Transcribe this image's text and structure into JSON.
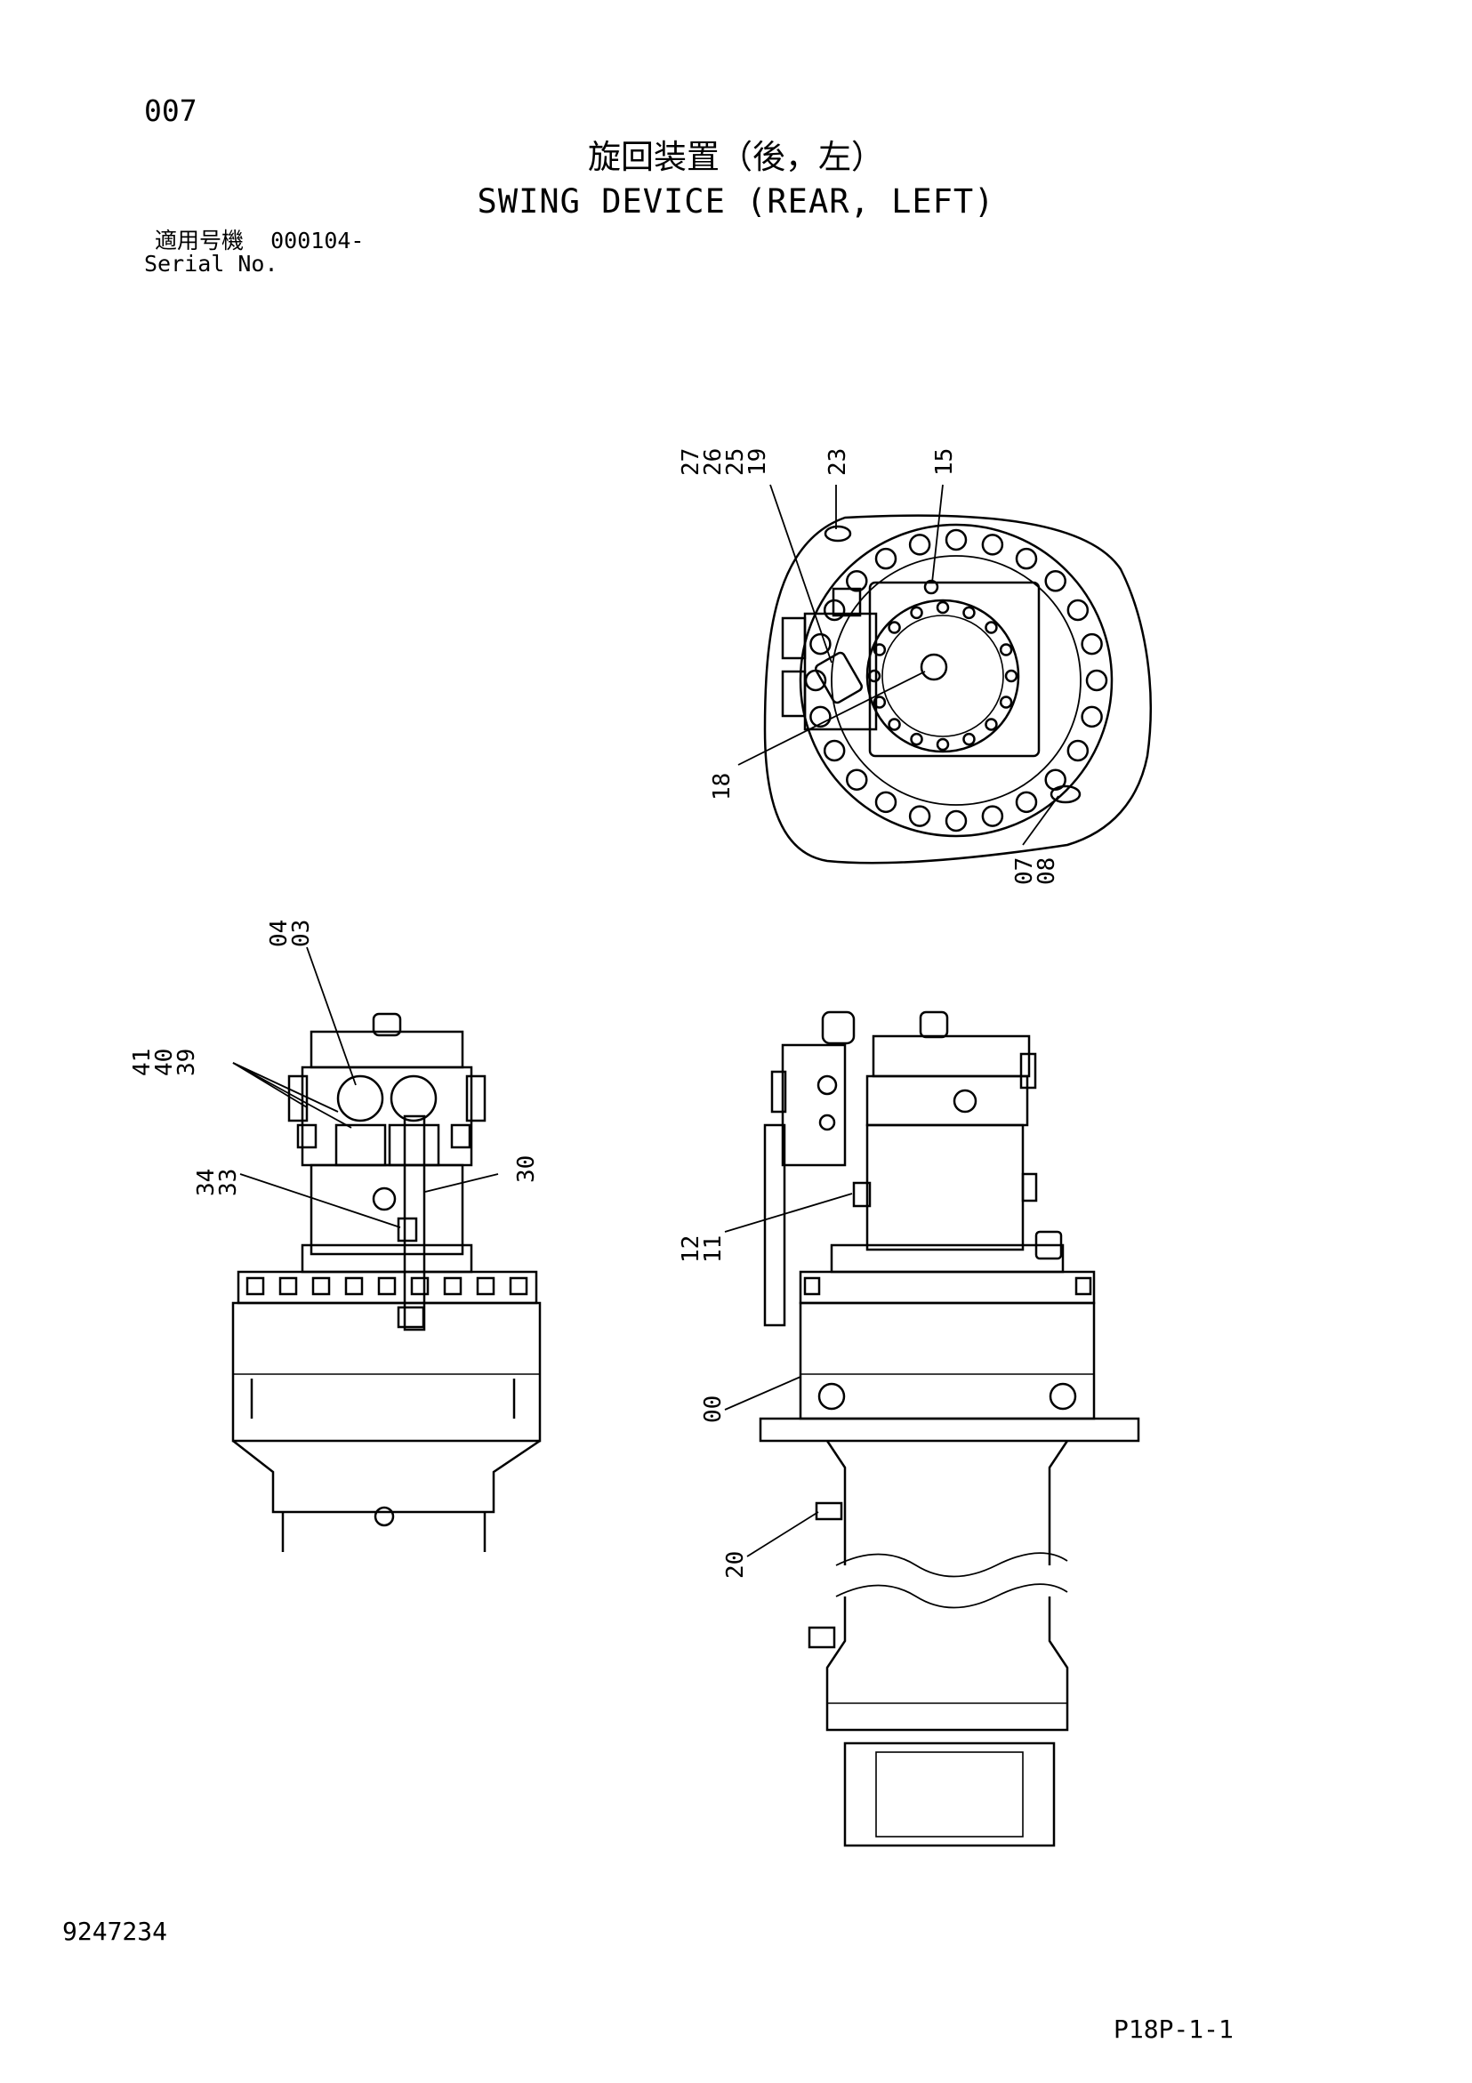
{
  "header": {
    "page_number": "007",
    "title_jp": "旋回装置（後，左）",
    "title_en": "SWING DEVICE (REAR, LEFT)",
    "serial_label_jp": "適用号機",
    "serial_value": "000104-",
    "serial_label_en": "Serial No."
  },
  "footer": {
    "document_number": "9247234",
    "page_code": "P18P-1-1"
  },
  "callouts": {
    "top_view": [
      "27",
      "26",
      "25",
      "19",
      "23",
      "15",
      "18",
      "07",
      "08"
    ],
    "side_view": [
      "04",
      "03",
      "41",
      "40",
      "39",
      "34",
      "33",
      "30"
    ],
    "front_view": [
      "12",
      "11",
      "00",
      "20"
    ]
  }
}
